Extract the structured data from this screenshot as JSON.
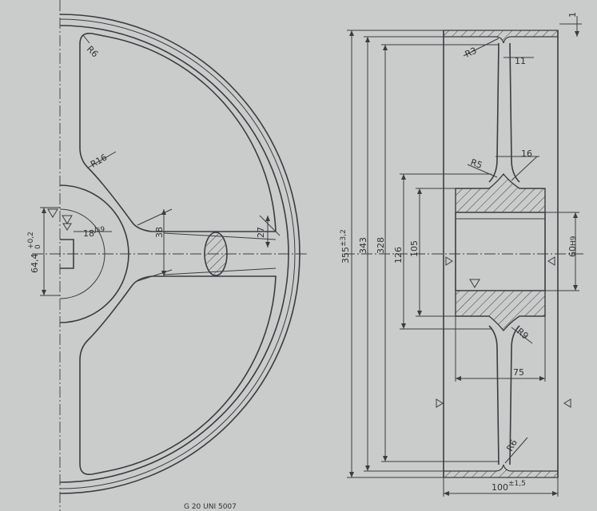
{
  "front_view": {
    "radius_rim": "R6",
    "radius_spoke": "R16",
    "bore_dim": "64,4",
    "bore_tol_upper": "+0,2",
    "bore_tol_lower": "0",
    "keyway": "18",
    "keyway_fit": "Js9",
    "spoke_width_hub": "38",
    "spoke_width_rim": "27"
  },
  "section_view": {
    "rim_top": "1",
    "radius_rim": "R3",
    "rim_thickness": "11",
    "web_thickness": "16",
    "radius_web": "R5",
    "radius_hub": "R9",
    "radius_bottom": "R6",
    "hub_length": "75",
    "overall_width": "100",
    "overall_width_tol": "±1,5",
    "bore": "60",
    "bore_fit": "H9",
    "dia_outer": "355",
    "dia_outer_tol": "±3,2",
    "dia_rim_inner": "343",
    "dia_web": "328",
    "dia_hub_outer": "126",
    "dia_hub": "105"
  },
  "footer": {
    "note": "G 20 UNI 5007"
  }
}
